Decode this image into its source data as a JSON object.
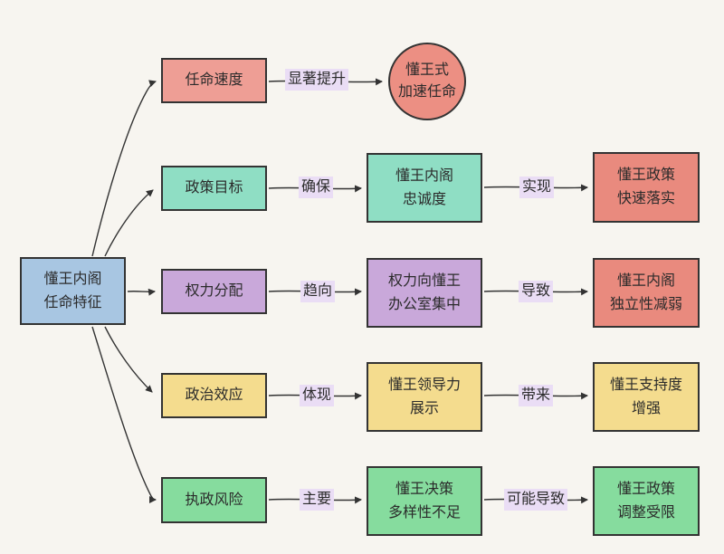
{
  "diagram": {
    "type": "flowchart",
    "background": "#f7f5f0",
    "stroke_color": "#333333",
    "edge_label_bg": "#eaddf5",
    "nodes": {
      "root": {
        "lines": [
          "懂王内阁",
          "任命特征"
        ],
        "fill": "#a8c6e2",
        "shape": "rect"
      },
      "appointment_speed": {
        "lines": [
          "任命速度"
        ],
        "fill": "#ee9e95",
        "shape": "rect"
      },
      "accelerated_appointment": {
        "lines": [
          "懂王式",
          "加速任命"
        ],
        "fill": "#ec8f83",
        "shape": "circle"
      },
      "policy_goal": {
        "lines": [
          "政策目标"
        ],
        "fill": "#8fdec4",
        "shape": "rect"
      },
      "cabinet_loyalty": {
        "lines": [
          "懂王内阁",
          "忠诚度"
        ],
        "fill": "#8fdec4",
        "shape": "rect"
      },
      "policy_implementation": {
        "lines": [
          "懂王政策",
          "快速落实"
        ],
        "fill": "#e98a7e",
        "shape": "rect"
      },
      "power_distribution": {
        "lines": [
          "权力分配"
        ],
        "fill": "#c9a8da",
        "shape": "rect"
      },
      "power_concentration": {
        "lines": [
          "权力向懂王",
          "办公室集中"
        ],
        "fill": "#c9a8da",
        "shape": "rect"
      },
      "independence_weakened": {
        "lines": [
          "懂王内阁",
          "独立性减弱"
        ],
        "fill": "#e98a7e",
        "shape": "rect"
      },
      "political_effect": {
        "lines": [
          "政治效应"
        ],
        "fill": "#f4dc8e",
        "shape": "rect"
      },
      "leadership_display": {
        "lines": [
          "懂王领导力",
          "展示"
        ],
        "fill": "#f4dc8e",
        "shape": "rect"
      },
      "support_increased": {
        "lines": [
          "懂王支持度",
          "增强"
        ],
        "fill": "#f4dc8e",
        "shape": "rect"
      },
      "governance_risk": {
        "lines": [
          "执政风险"
        ],
        "fill": "#86dc9e",
        "shape": "rect"
      },
      "decision_diversity": {
        "lines": [
          "懂王决策",
          "多样性不足"
        ],
        "fill": "#86dc9e",
        "shape": "rect"
      },
      "policy_adjustment_limited": {
        "lines": [
          "懂王政策",
          "调整受限"
        ],
        "fill": "#86dc9e",
        "shape": "rect"
      }
    },
    "edge_labels": {
      "significant_improvement": "显著提升",
      "ensure": "确保",
      "achieve": "实现",
      "tend_toward": "趋向",
      "lead_to": "导致",
      "embody": "体现",
      "bring": "带来",
      "main": "主要",
      "may_lead_to": "可能导致"
    }
  }
}
